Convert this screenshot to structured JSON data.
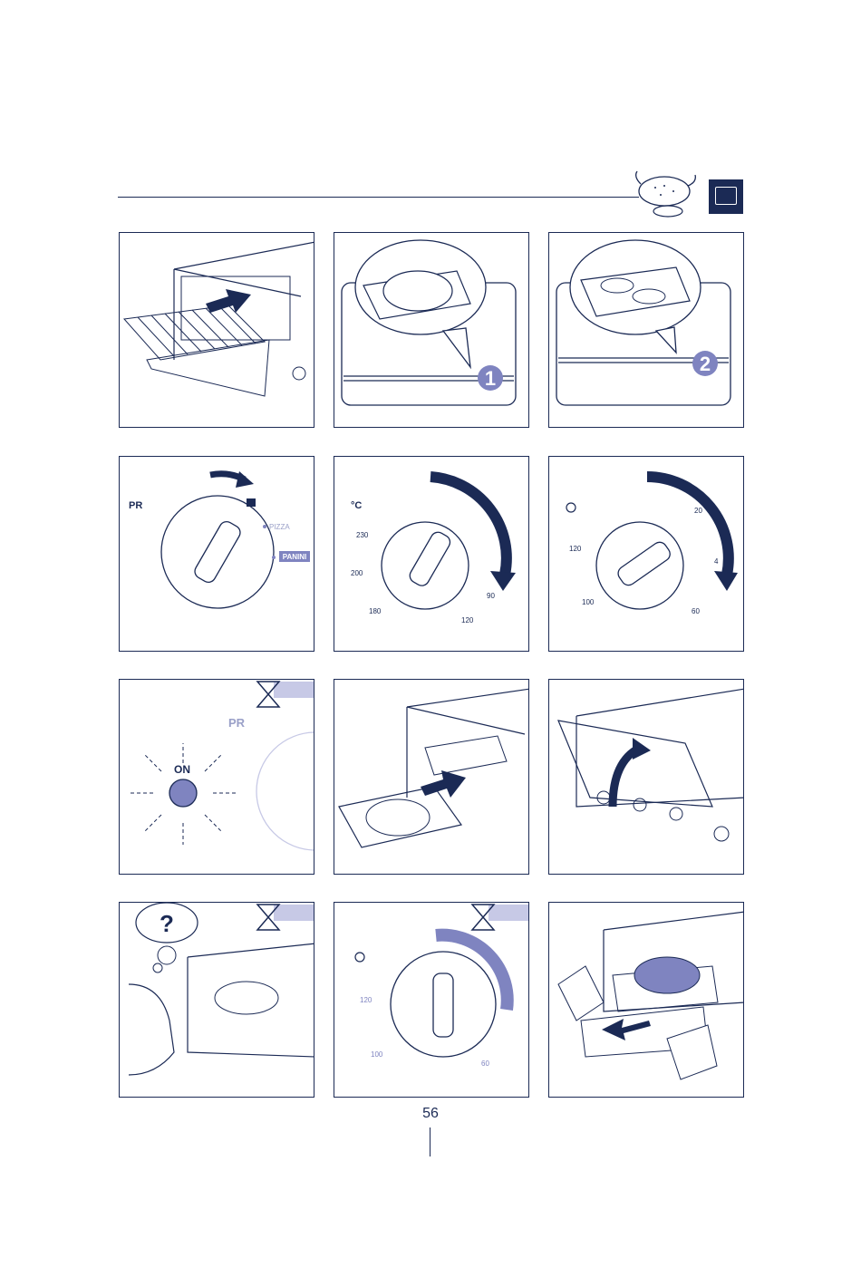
{
  "page": {
    "number": "56"
  },
  "header": {
    "section_icon": "roast-chicken-icon",
    "badge_icon": "oven-icon"
  },
  "colors": {
    "navy": "#1b2a55",
    "accent": "#7f84c0",
    "light": "#c7c9e6",
    "background": "#ffffff"
  },
  "panels": [
    {
      "step": 1,
      "icon": "oven-rack-insert-icon"
    },
    {
      "step": 2,
      "icon": "chicken-in-dish-icon",
      "position_label": "1"
    },
    {
      "step": 3,
      "icon": "chicken-legs-in-dish-icon",
      "position_label": "2"
    },
    {
      "step": 4,
      "function_labels": {
        "pr": "PR",
        "pizza": "PIZZA",
        "panini": "PANINI"
      }
    },
    {
      "step": 5,
      "unit": "°C",
      "ticks": [
        "230",
        "200",
        "180",
        "120",
        "90"
      ]
    },
    {
      "step": 6,
      "ticks": [
        "20",
        "120",
        "4",
        "100",
        "60"
      ]
    },
    {
      "step": 7,
      "on_label": "ON",
      "function_label": "PR"
    },
    {
      "step": 8,
      "icon": "insert-dish-icon"
    },
    {
      "step": 9,
      "icon": "close-door-icon"
    },
    {
      "step": 10,
      "thought": "?"
    },
    {
      "step": 11,
      "ticks": [
        "120",
        "100",
        "60"
      ]
    },
    {
      "step": 12,
      "icon": "remove-dish-icon"
    }
  ]
}
